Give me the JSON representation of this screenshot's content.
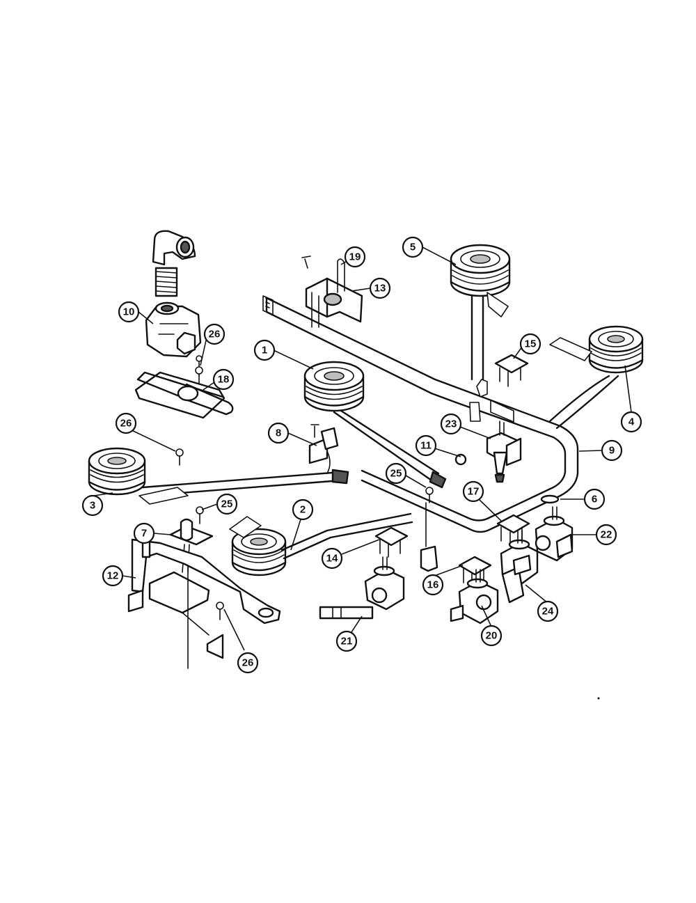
{
  "callouts": [
    {
      "id": "c1",
      "label": "1"
    },
    {
      "id": "c2",
      "label": "2"
    },
    {
      "id": "c3",
      "label": "3"
    },
    {
      "id": "c4",
      "label": "4"
    },
    {
      "id": "c5",
      "label": "5"
    },
    {
      "id": "c6",
      "label": "6"
    },
    {
      "id": "c7",
      "label": "7"
    },
    {
      "id": "c8",
      "label": "8"
    },
    {
      "id": "c9",
      "label": "9"
    },
    {
      "id": "c10",
      "label": "10"
    },
    {
      "id": "c11",
      "label": "11"
    },
    {
      "id": "c12",
      "label": "12"
    },
    {
      "id": "c13",
      "label": "13"
    },
    {
      "id": "c14",
      "label": "14"
    },
    {
      "id": "c15",
      "label": "15"
    },
    {
      "id": "c16",
      "label": "16"
    },
    {
      "id": "c17",
      "label": "17"
    },
    {
      "id": "c18",
      "label": "18"
    },
    {
      "id": "c19",
      "label": "19"
    },
    {
      "id": "c20",
      "label": "20"
    },
    {
      "id": "c21",
      "label": "21"
    },
    {
      "id": "c22",
      "label": "22"
    },
    {
      "id": "c23",
      "label": "23"
    },
    {
      "id": "c24",
      "label": "24"
    },
    {
      "id": "c25a",
      "label": "25"
    },
    {
      "id": "c25b",
      "label": "25"
    },
    {
      "id": "c26a",
      "label": "26"
    },
    {
      "id": "c26b",
      "label": "26"
    },
    {
      "id": "c26c",
      "label": "26"
    }
  ]
}
